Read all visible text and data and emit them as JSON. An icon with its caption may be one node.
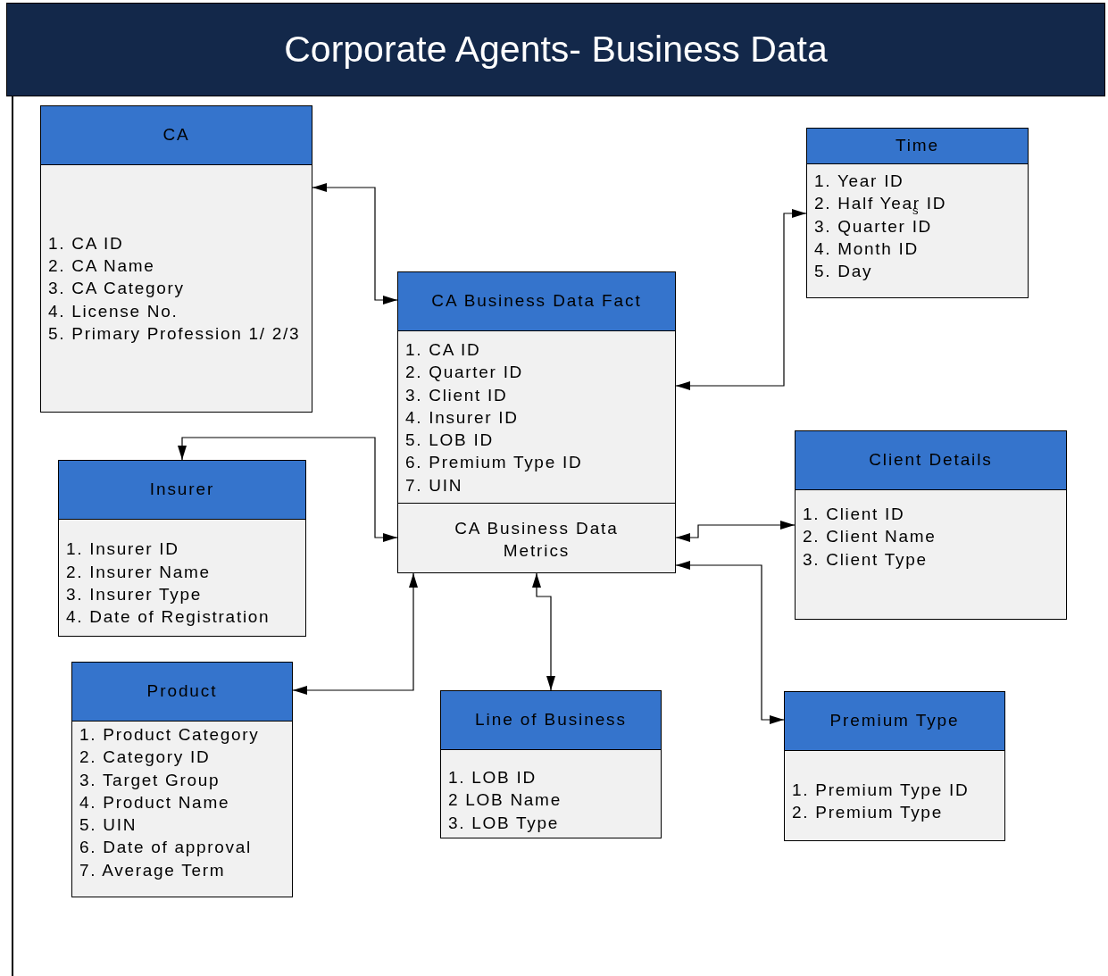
{
  "diagram": {
    "title": "Corporate Agents- Business Data",
    "nodes": [
      {
        "text": [
          "CA",
          "1. CA ID",
          "2. CA Name",
          "3. CA Category",
          "4. License No.",
          "5. Primary Profession 1/ 2/3"
        ]
      },
      {
        "text": [
          "Time",
          "1. Year ID",
          "2. Half Year ID",
          "3. Quarter ID",
          "4. Month ID",
          "5. Day"
        ]
      },
      {
        "text": [
          "CA Business Data Fact",
          "1. CA ID",
          "2. Quarter ID",
          "3. Client ID",
          "4. Insurer ID",
          "5. LOB ID",
          "6. Premium Type ID",
          "7. UIN"
        ]
      },
      {
        "text": [
          "CA Business Data Metrics"
        ],
        "in": 2
      },
      {
        "text": [
          "Insurer",
          "1. Insurer ID",
          "2. Insurer Name",
          "3. Insurer Type",
          "4. Date of Registration"
        ]
      },
      {
        "text": [
          "Client Details",
          "1. Client ID",
          "2. Client Name",
          "3. Client Type"
        ]
      },
      {
        "text": [
          "Product",
          "1. Product Category",
          "2. Category ID",
          "3. Target Group",
          "4. Product Name",
          "5. UIN",
          "6. Date of approval",
          "7. Average Term"
        ]
      },
      {
        "text": [
          "Line of Business",
          "1. LOB ID",
          "2  LOB Name",
          "3. LOB Type"
        ]
      },
      {
        "text": [
          "Premium Type",
          "1. Premium Type ID",
          "2. Premium Type"
        ]
      }
    ],
    "edges": [
      {
        "from": 0,
        "to": 2,
        "arrow": "both"
      },
      {
        "from": 1,
        "to": 2,
        "arrow": "both"
      },
      {
        "from": 4,
        "to": 3,
        "arrow": "both"
      },
      {
        "from": 5,
        "to": 3,
        "arrow": "both"
      },
      {
        "from": 8,
        "to": 3,
        "arrow": "both"
      },
      {
        "from": 7,
        "to": 3,
        "arrow": "both"
      },
      {
        "from": 6,
        "to": 3,
        "arrow": "both"
      }
    ],
    "labels": [
      "s"
    ]
  }
}
